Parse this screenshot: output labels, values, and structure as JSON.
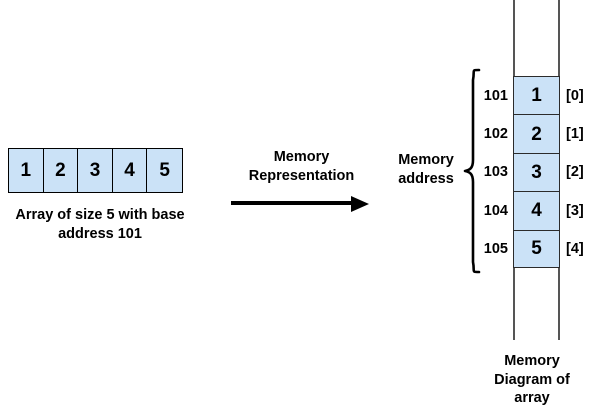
{
  "diagram": {
    "title_left_caption": "Array of size 5 with base\naddress 101",
    "transform_label": "Memory\nRepresentation",
    "memory_address_label": "Memory\naddress",
    "memory_caption": "Memory\nDiagram of\narray"
  },
  "colors": {
    "cell_fill": "#cbe2f7",
    "cell_border": "#2b2b2b",
    "column_border": "#555555",
    "text": "#000000",
    "background": "#ffffff"
  },
  "array": {
    "name": "linear-array",
    "base_address": 101,
    "size": 5,
    "values": [
      "1",
      "2",
      "3",
      "4",
      "5"
    ],
    "caption_line1": "Array of size 5 with base",
    "caption_line2": "address 101"
  },
  "transform": {
    "label_line1": "Memory",
    "label_line2": "Representation",
    "arrow": "right-arrow"
  },
  "memory": {
    "address_label_line1": "Memory",
    "address_label_line2": "address",
    "caption_line1": "Memory",
    "caption_line2": "Diagram of",
    "caption_line3": "array",
    "cells": [
      {
        "address": "101",
        "value": "1",
        "index": "[0]"
      },
      {
        "address": "102",
        "value": "2",
        "index": "[1]"
      },
      {
        "address": "103",
        "value": "3",
        "index": "[2]"
      },
      {
        "address": "104",
        "value": "4",
        "index": "[3]"
      },
      {
        "address": "105",
        "value": "5",
        "index": "[4]"
      }
    ]
  }
}
